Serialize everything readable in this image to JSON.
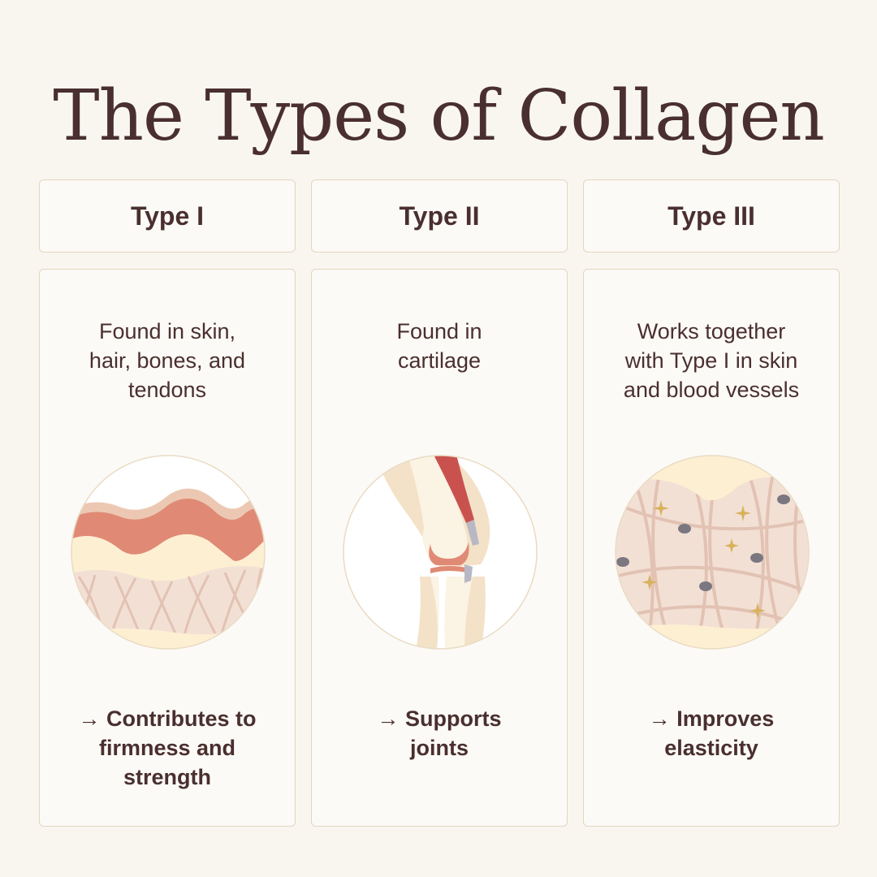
{
  "title": "The Types of Collagen",
  "colors": {
    "text": "#4a2f2f",
    "background": "#f9f6f0",
    "card_border": "#e4d5be",
    "tissue_red": "#e08a76",
    "tissue_cream": "#fdf0d2",
    "fiber_pink": "#e9cfc4",
    "star_gold": "#d8b25c",
    "dot_gray": "#7a7780"
  },
  "columns": [
    {
      "heading": "Type I",
      "description": "Found in skin,\nhair, bones, and\ntendons",
      "illustration": "skin-layers-illustration",
      "benefit": "→ Contributes to\nfirmness and\nstrength"
    },
    {
      "heading": "Type II",
      "description": "Found in\ncartilage",
      "illustration": "knee-joint-illustration",
      "benefit": "→ Supports\njoints"
    },
    {
      "heading": "Type III",
      "description": "Works together\nwith Type I in skin\nand blood vessels",
      "illustration": "blood-vessel-tissue-illustration",
      "benefit": "→ Improves\nelasticity"
    }
  ]
}
